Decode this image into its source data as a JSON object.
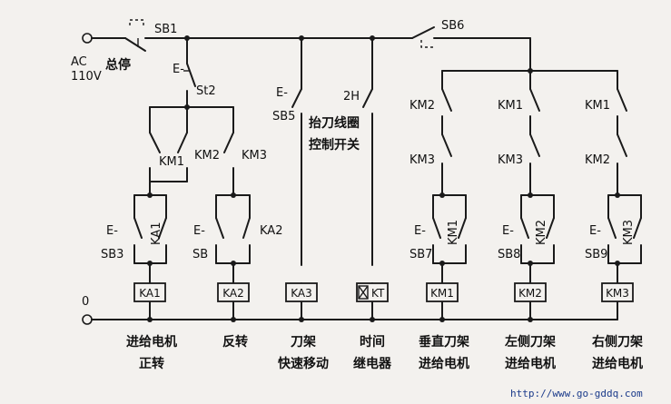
{
  "supply": {
    "top_terminal": "AC\n110V",
    "bottom_terminal": "0"
  },
  "top_contacts": [
    {
      "id": "SB1",
      "label": "SB1",
      "note": "总停"
    },
    {
      "id": "SB6",
      "label": "SB6"
    }
  ],
  "limit_switch": {
    "label": "St2",
    "prefix": "E-"
  },
  "interlock_row": [
    "KM1",
    "KM2",
    "KM3"
  ],
  "branch_contacts": [
    {
      "label": "SB5",
      "prefix": "E-"
    },
    {
      "label": "2H",
      "note": "抬刀线圈\n控制开关"
    }
  ],
  "series_contacts": [
    [
      "KM2",
      "KM3"
    ],
    [
      "KM1",
      "KM3"
    ],
    [
      "KM1",
      "KM2"
    ]
  ],
  "pushbuttons": [
    {
      "label": "SB3",
      "hold": "KA1",
      "extra": ""
    },
    {
      "label": "SB",
      "hold": "",
      "extra": "KA2"
    },
    {
      "label": "SB7",
      "hold": "KM1"
    },
    {
      "label": "SB8",
      "hold": "KM2"
    },
    {
      "label": "SB9",
      "hold": "KM3"
    }
  ],
  "coils": [
    "KA1",
    "KA2",
    "KA3",
    "KT",
    "KM1",
    "KM2",
    "KM3"
  ],
  "captions": [
    "进给电机\n正转",
    "反转",
    "刀架\n快速移动",
    "时间\n继电器",
    "垂直刀架\n进给电机",
    "左侧刀架\n进给电机",
    "右侧刀架\n进给电机"
  ],
  "watermark": "http://www.go-gddq.com"
}
